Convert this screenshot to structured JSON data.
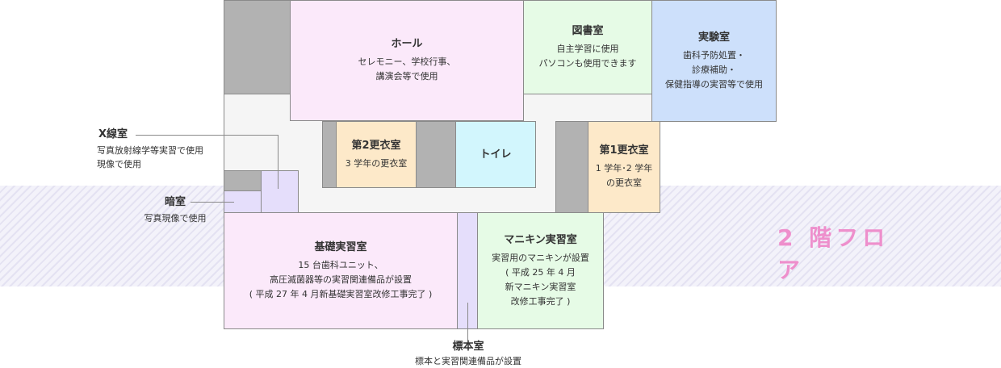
{
  "floor_label": "2 階フロア",
  "rooms": {
    "hall": {
      "name": "ホール",
      "desc": "セレモニー、学校行事、\n講演会等で使用"
    },
    "library": {
      "name": "図書室",
      "desc": "自主学習に使用\nパソコンも使用できます"
    },
    "lab": {
      "name": "実験室",
      "desc": "歯科予防処置・\n診療補助・\n保健指導の実習等で使用"
    },
    "locker2": {
      "name": "第2更衣室",
      "desc": "3 学年の更衣室"
    },
    "toilet": {
      "name": "トイレ"
    },
    "locker1": {
      "name": "第1更衣室",
      "desc": "1 学年･2 学年\nの更衣室"
    },
    "basic": {
      "name": "基礎実習室",
      "desc": "15 台歯科ユニット、\n高圧滅菌器等の実習関連備品が設置\n( 平成 27 年 4 月新基礎実習室改修工事完了 )"
    },
    "mannequin": {
      "name": "マニキン実習室",
      "desc": "実習用のマニキンが設置\n( 平成 25 年 4 月\n新マニキン実習室\n改修工事完了 )"
    },
    "xray": {
      "name": "X線室",
      "desc": "写真放射線学等実習で使用\n現像で使用"
    },
    "darkroom": {
      "name": "暗室",
      "desc": "写真現像で使用"
    },
    "specimen": {
      "name": "標本室",
      "desc": "標本と実習関連備品が設置"
    }
  },
  "colors": {
    "pink_room": "#fbe9fa",
    "green_room": "#e6fbe6",
    "blue_room": "#cde0fb",
    "peach_room": "#fde9c9",
    "cyan_room": "#d2f6fd",
    "lavender_room": "#e5defb",
    "structure_gray": "#b2b2b2",
    "floor_label": "#ee8fcc"
  }
}
